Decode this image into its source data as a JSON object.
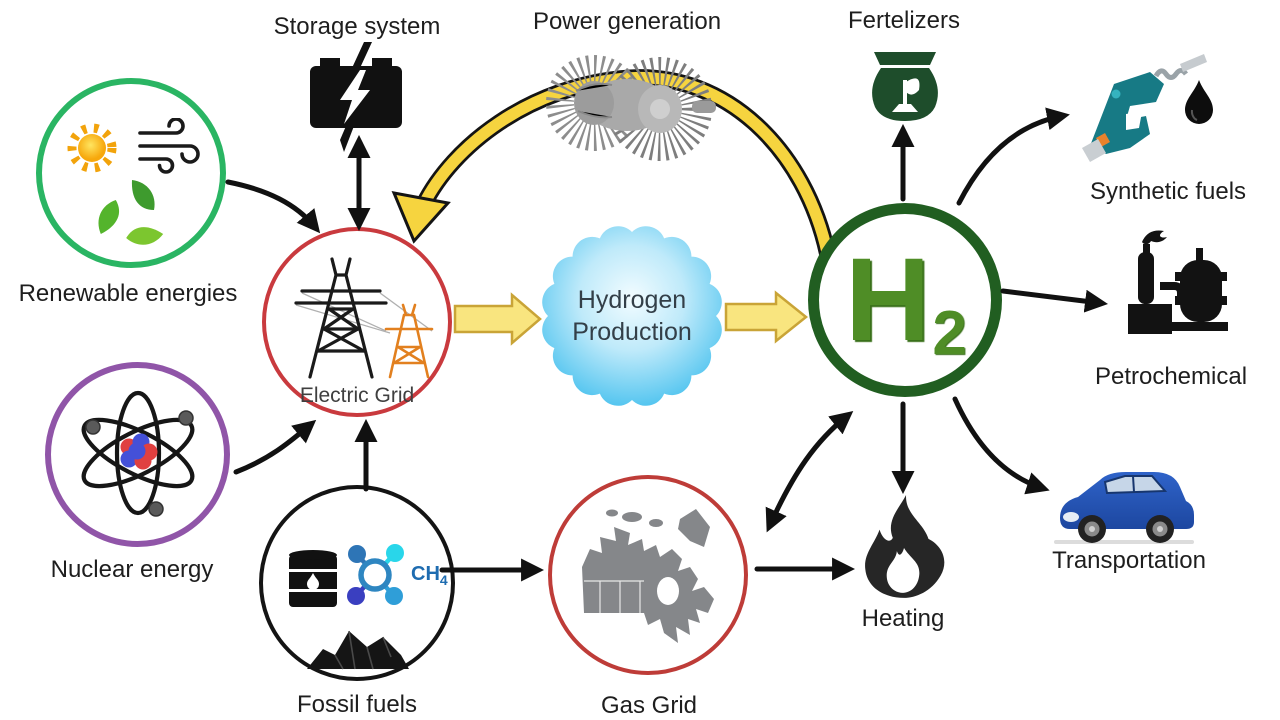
{
  "figure": {
    "nodes": {
      "storage_system": {
        "label": "Storage system"
      },
      "power_generation": {
        "label": "Power generation"
      },
      "fertilizers": {
        "label": "Fertelizers"
      },
      "renewable": {
        "label": "Renewable energies"
      },
      "nuclear": {
        "label": "Nuclear energy"
      },
      "electric_grid": {
        "label": "Electric Grid"
      },
      "hydrogen_production": {
        "label": "Hydrogen Production"
      },
      "h2": {
        "symbol": "H",
        "subscript": "2"
      },
      "fossil_fuels": {
        "label": "Fossil fuels",
        "ch4_symbol": "CH",
        "ch4_subscript": "4"
      },
      "gas_grid": {
        "label": "Gas Grid"
      },
      "synthetic_fuels": {
        "label": "Synthetic fuels"
      },
      "petrochemical": {
        "label": "Petrochemical"
      },
      "transportation": {
        "label": "Transportation"
      },
      "heating": {
        "label": "Heating"
      }
    },
    "colors": {
      "renewable_ring": "#2ab563",
      "nuclear_ring": "#9055a8",
      "electric_grid_ring": "#c93a3e",
      "fossil_ring": "#141414",
      "gas_grid_ring": "#be3c38",
      "h2_ring": "#215e21",
      "h2_text": "#4f8d26",
      "arrow": "#111111",
      "yellow_ribbon": "#f6d43f",
      "block_arrow_fill": "#f9e57f",
      "hydrogen_badge_blue": "#45c0ee",
      "ch4_text": "#1e6cb0"
    },
    "edges": [
      {
        "from": "Renewable energies",
        "to": "Electric Grid"
      },
      {
        "from": "Nuclear energy",
        "to": "Electric Grid"
      },
      {
        "from": "Storage system",
        "to": "Electric Grid",
        "bidirectional": true
      },
      {
        "from": "Fossil fuels",
        "to": "Electric Grid"
      },
      {
        "from": "Fossil fuels",
        "to": "Gas Grid"
      },
      {
        "from": "Electric Grid",
        "to": "Hydrogen Production"
      },
      {
        "from": "Hydrogen Production",
        "to": "H2"
      },
      {
        "from": "H2",
        "to": "Power generation"
      },
      {
        "from": "Power generation",
        "to": "Electric Grid"
      },
      {
        "from": "H2",
        "to": "Fertelizers"
      },
      {
        "from": "H2",
        "to": "Synthetic fuels"
      },
      {
        "from": "H2",
        "to": "Petrochemical"
      },
      {
        "from": "H2",
        "to": "Transportation"
      },
      {
        "from": "H2",
        "to": "Heating"
      },
      {
        "from": "H2",
        "to": "Gas Grid",
        "bidirectional": true
      },
      {
        "from": "Gas Grid",
        "to": "Heating"
      }
    ]
  }
}
